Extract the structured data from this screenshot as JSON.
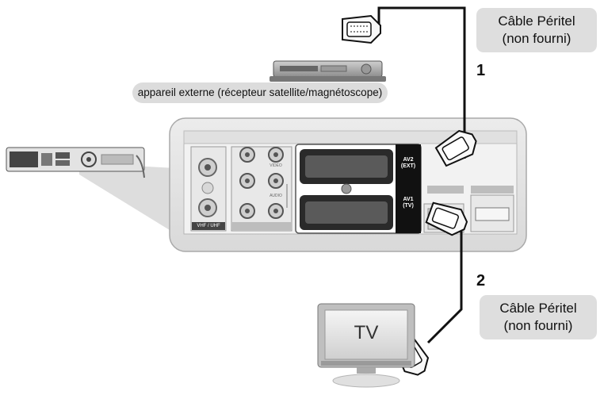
{
  "cable_top": {
    "line1": "Câble Péritel",
    "line2": "(non fourni)"
  },
  "cable_bottom": {
    "line1": "Câble Péritel",
    "line2": "(non fourni)"
  },
  "step_1": "1",
  "step_2": "2",
  "external_device_label": "appareil externe (récepteur satellite/magnétoscope)",
  "tv_label": "TV",
  "panel": {
    "av2_line1": "AV2",
    "av2_line2": "(EXT)",
    "av1_line1": "AV1",
    "av1_line2": "(TV)",
    "vhf_uhf": "VHF / UHF",
    "video": "VIDEO",
    "audio": "AUDIO"
  },
  "colors": {
    "callout_bg": "#dedede",
    "panel_bg": "#e6e6e6",
    "cable": "#111111"
  }
}
